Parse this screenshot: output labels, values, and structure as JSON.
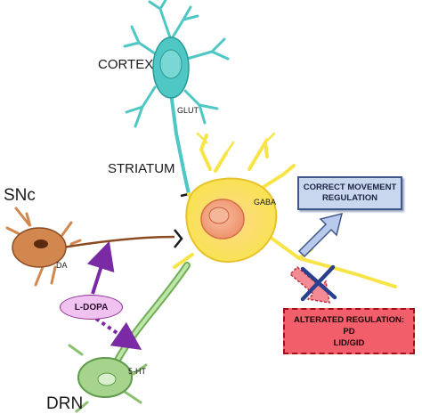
{
  "labels": {
    "cortex": "CORTEX",
    "glut": "GLUT",
    "striatum": "STRIATUM",
    "gaba": "GABA",
    "snc": "SNc",
    "da": "DA",
    "drn": "DRN",
    "serotonin": "5-HT",
    "ldopa": "L-DOPA"
  },
  "boxes": {
    "correct": {
      "line1": "CORRECT MOVEMENT",
      "line2": "REGULATION"
    },
    "altered": {
      "line1": "ALTERATED REGULATION:",
      "line2": "PD",
      "line3": "LID/GID"
    }
  },
  "colors": {
    "cortex_neuron": "#4fc7c4",
    "striatal_neuron": "#f7e449",
    "striatal_nucleus": "#f0a460",
    "da_neuron": "#d2874e",
    "serotonin_neuron": "#a6d48c",
    "ldopa_arrow": "#7b2aa6",
    "correct_box": "#c8d6ee",
    "altered_box": "#f25f6b",
    "block_x": "#2b3f8f"
  }
}
